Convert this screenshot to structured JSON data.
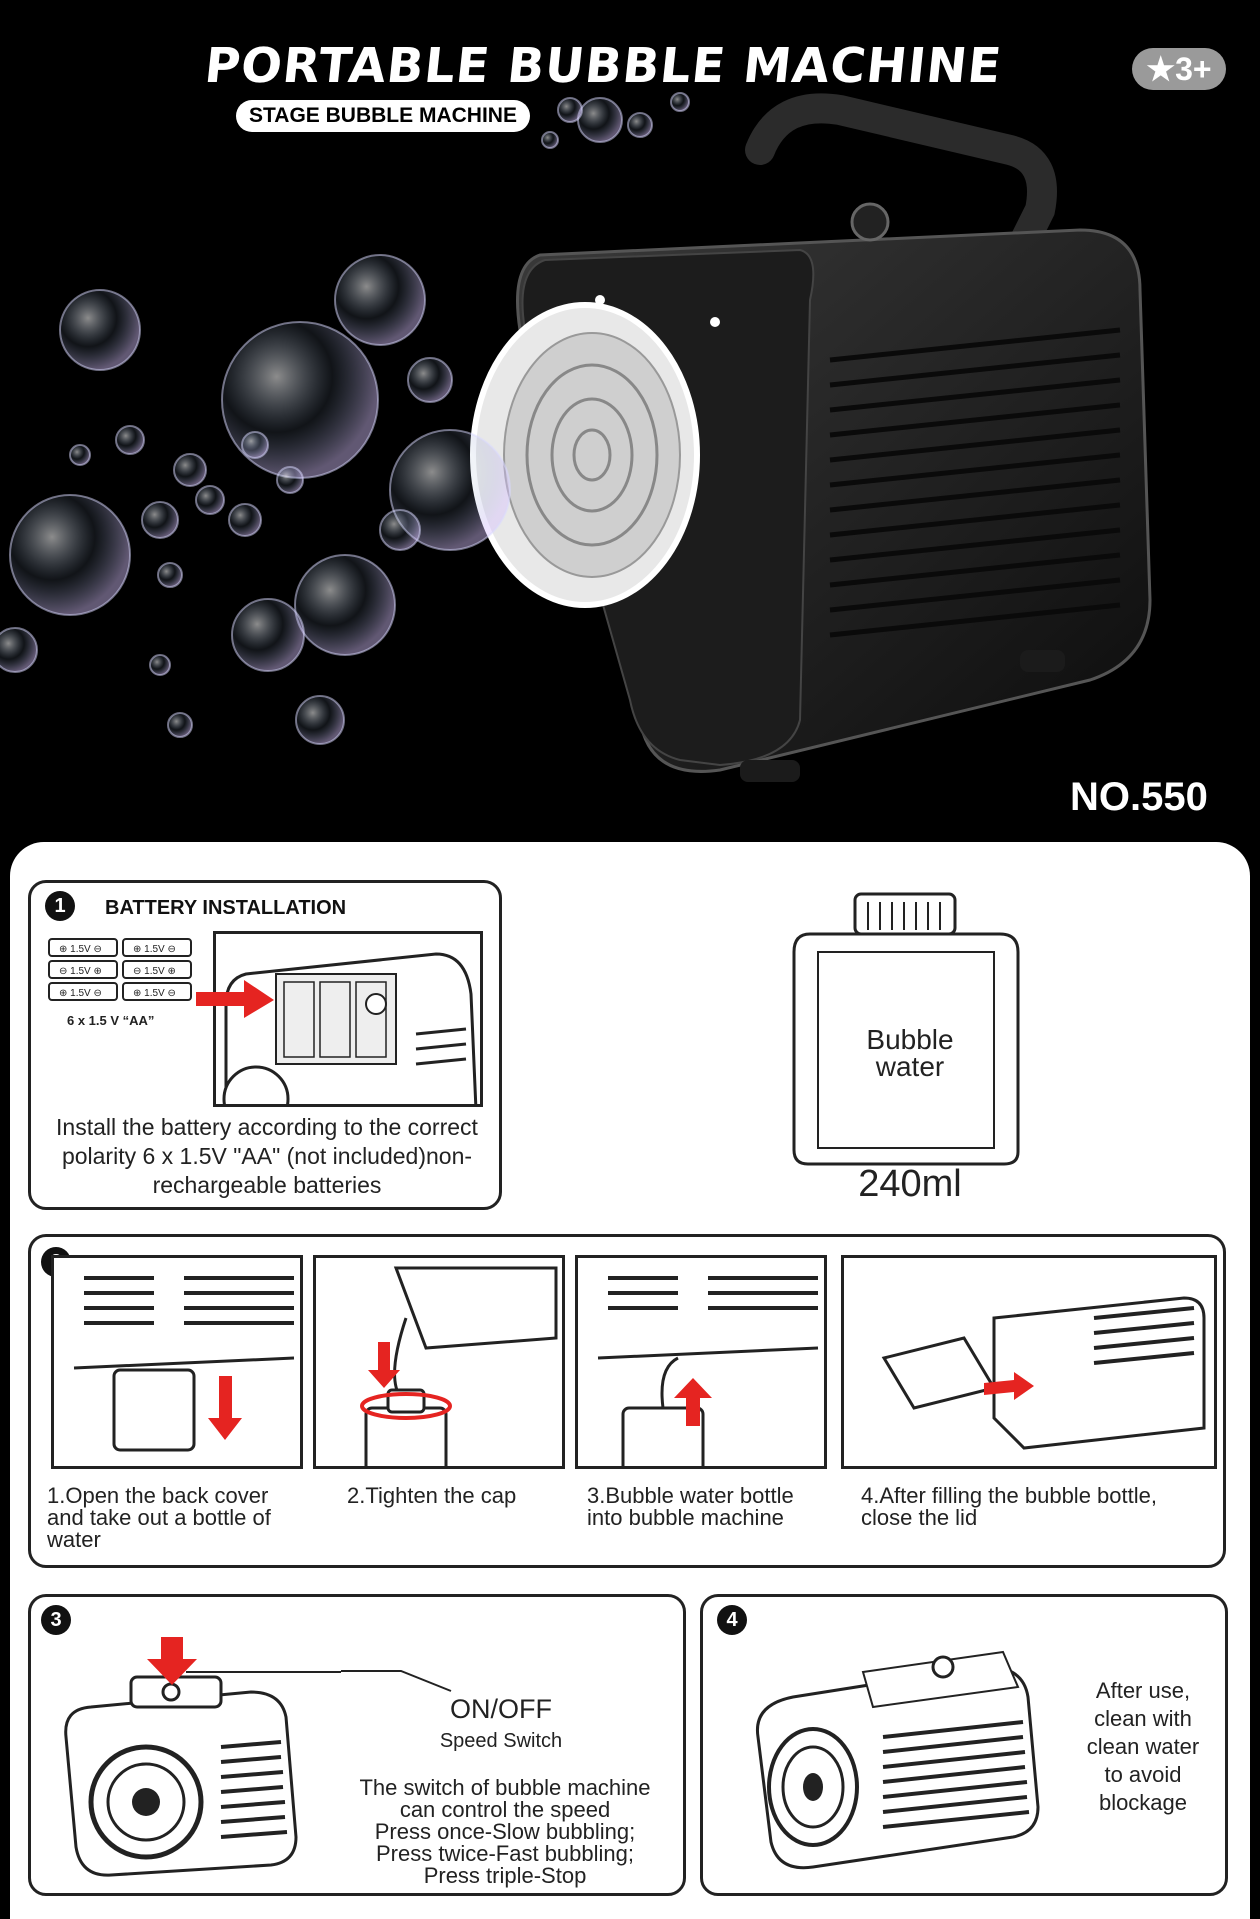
{
  "header": {
    "title": "PORTABLE BUBBLE MACHINE",
    "subtitle": "STAGE BUBBLE MACHINE",
    "age_badge": "3+",
    "model_number": "NO.550"
  },
  "colors": {
    "accent_red": "#e52421",
    "background": "#000000",
    "panel": "#ffffff"
  },
  "step1": {
    "number": "1",
    "heading": "BATTERY INSTALLATION",
    "battery_label": "6 x 1.5 V “AA”",
    "description": "Install the battery according to the correct polarity 6 x 1.5V \"AA\" (not included)non-rechargeable batteries"
  },
  "bottle": {
    "label_line1": "Bubble",
    "label_line2": "water",
    "volume": "240ml"
  },
  "step2": {
    "number": "2",
    "captions": [
      "1.Open the back cover and take out a bottle of water",
      "2.Tighten the cap",
      "3.Bubble water bottle into bubble machine",
      "4.After filling the bubble bottle, close the lid"
    ]
  },
  "step3": {
    "number": "3",
    "switch_title": "ON/OFF",
    "switch_subtitle": "Speed Switch",
    "lines": [
      "The switch of bubble machine",
      "can control the speed",
      "Press once-Slow bubbling;",
      "Press twice-Fast bubbling;",
      "Press triple-Stop"
    ]
  },
  "step4": {
    "number": "4",
    "lines": [
      "After use,",
      "clean with",
      "clean water",
      "to avoid",
      "blockage"
    ]
  }
}
